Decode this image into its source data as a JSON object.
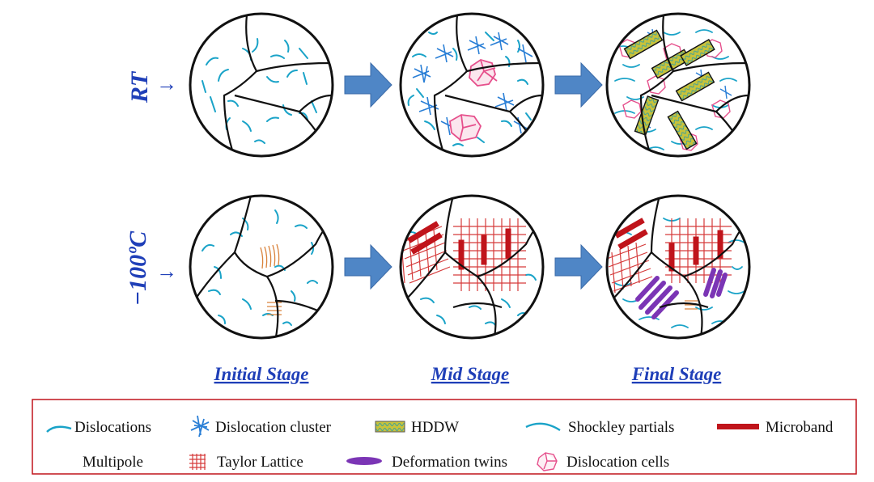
{
  "rows": [
    {
      "label": "RT",
      "arrow": "→"
    },
    {
      "label": "−100ºC",
      "arrow": "→"
    }
  ],
  "stages": [
    "Initial Stage",
    "Mid Stage",
    "Final Stage"
  ],
  "legend": [
    {
      "label": "Dislocations",
      "icon": "dislocation-icon"
    },
    {
      "label": "Dislocation cluster",
      "icon": "dislocation-cluster-icon"
    },
    {
      "label": "HDDW",
      "icon": "hddw-icon"
    },
    {
      "label": "Shockley partials",
      "icon": "shockley-partials-icon"
    },
    {
      "label": "Microband",
      "icon": "microband-icon"
    },
    {
      "label": "Multipole",
      "icon": "multipole-icon"
    },
    {
      "label": "Taylor Lattice",
      "icon": "taylor-lattice-icon"
    },
    {
      "label": "Deformation twins",
      "icon": "deformation-twin-icon"
    },
    {
      "label": "Dislocation cells",
      "icon": "dislocation-cells-icon"
    }
  ],
  "colors": {
    "dislocation": "#1aa3c8",
    "cluster": "#2a7fd6",
    "hddw_fill": "#c8c23a",
    "hddw_pattern": "#3aa0a0",
    "microband": "#c0141b",
    "multipole": "#d9823b",
    "taylor": "#d53a3a",
    "twin": "#7b35b5",
    "cell": "#e6508c",
    "label_blue": "#1f3fb8",
    "legend_border": "#c0141b",
    "arrow_fill": "#4f86c6"
  }
}
